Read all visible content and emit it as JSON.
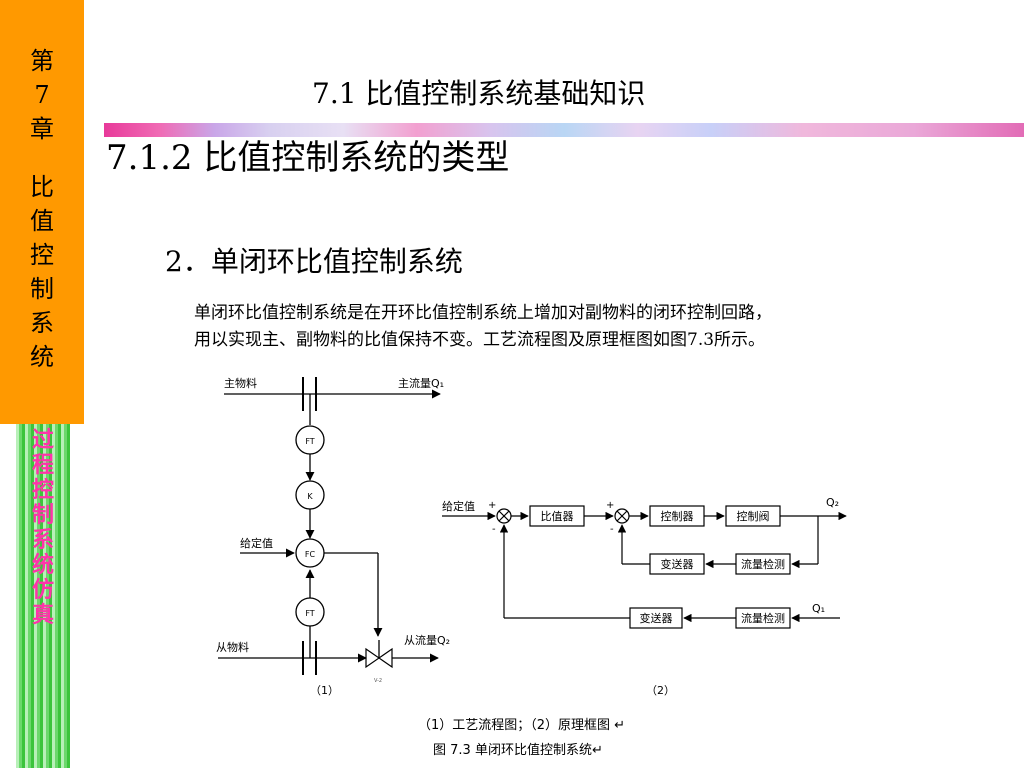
{
  "sidebar": {
    "chapter_chars": [
      "第",
      "7",
      "章",
      "",
      "比",
      "值",
      "控",
      "制",
      "系",
      "统"
    ],
    "course_chars": [
      "过",
      "程",
      "控",
      "制",
      "系",
      "统",
      "仿",
      "真"
    ]
  },
  "header": {
    "title": "7.1   比值控制系统基础知识"
  },
  "content": {
    "section_title": "7.1.2   比值控制系统的类型",
    "subsection_title": "2．单闭环比值控制系统",
    "paragraph_lines": [
      "单闭环比值控制系统是在开环比值控制系统上增加对副物料的闭环控制回路，",
      "用以实现主、副物料的比值保持不变。工艺流程图及原理框图如图7.3所示。"
    ]
  },
  "figure": {
    "process": {
      "main_material": "主物料",
      "main_flow": "主流量Q₁",
      "ft_top": "FT",
      "k_block": "K",
      "setpoint": "给定值",
      "fc_block": "FC",
      "ft_bottom": "FT",
      "slave_material": "从物料",
      "slave_flow": "从流量Q₂",
      "valve_tag": "V-2",
      "sub_label": "（1）"
    },
    "block": {
      "setpoint": "给定值",
      "ratio": "比值器",
      "controller": "控制器",
      "valve": "控制阀",
      "output": "Q₂",
      "transmitter_inner": "变送器",
      "flow_meter_inner": "流量检测",
      "transmitter_outer": "变送器",
      "flow_meter_outer": "流量检测",
      "input": "Q₁",
      "plus1": "+",
      "minus1": "-",
      "plus2": "+",
      "minus2": "-",
      "sub_label": "（2）"
    },
    "caption_line1": "（1）工艺流程图；（2）原理框图   ↵",
    "caption_line2": "图 7.3  单闭环比值控制系统↵"
  },
  "colors": {
    "chapter_panel": "#ff9900",
    "strip_text": "#ff33aa",
    "strip_green": "#3cc43c"
  }
}
